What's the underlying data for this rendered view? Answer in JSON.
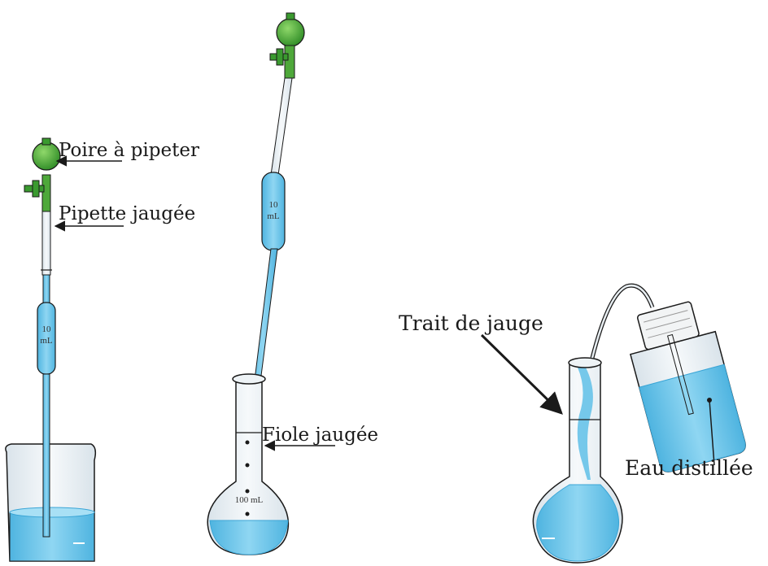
{
  "labels": {
    "bulb": "Poire à pipeter",
    "pipette": "Pipette jaugée",
    "flask": "Fiole jaugée",
    "mark": "Trait de jauge",
    "water": "Eau distillée"
  },
  "graduations": {
    "pipette_1_top": "10",
    "pipette_1_bottom": "mL",
    "pipette_2_top": "10",
    "pipette_2_bottom": "mL",
    "flask": "100 mL"
  },
  "colors": {
    "liquid": "#5fc0e8",
    "liquid_dark": "#3aa5d6",
    "glass": "#e8eef2",
    "bulb": "#3a9a2f",
    "outline": "#1a1a1a"
  }
}
